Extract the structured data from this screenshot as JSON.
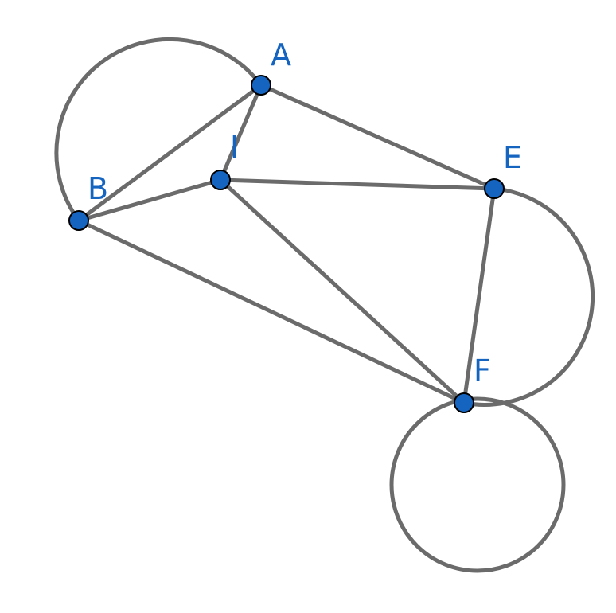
{
  "colors": {
    "stroke": "#6b6b6b",
    "point_fill": "#1565c0",
    "label": "#1565c0"
  },
  "points": [
    {
      "id": "A",
      "label": "A"
    },
    {
      "id": "B",
      "label": "B"
    },
    {
      "id": "I",
      "label": "I"
    },
    {
      "id": "E",
      "label": "E"
    },
    {
      "id": "F",
      "label": "F"
    }
  ],
  "segments": [
    {
      "from": "A",
      "to": "B"
    },
    {
      "from": "A",
      "to": "E"
    },
    {
      "from": "A",
      "to": "I"
    },
    {
      "from": "B",
      "to": "I"
    },
    {
      "from": "B",
      "to": "F"
    },
    {
      "from": "I",
      "to": "E"
    },
    {
      "from": "I",
      "to": "F"
    },
    {
      "from": "E",
      "to": "F"
    }
  ],
  "circles": [
    {
      "id": "circle-through-a-b"
    },
    {
      "id": "circle-through-e-f"
    },
    {
      "id": "circle-below-f"
    }
  ]
}
